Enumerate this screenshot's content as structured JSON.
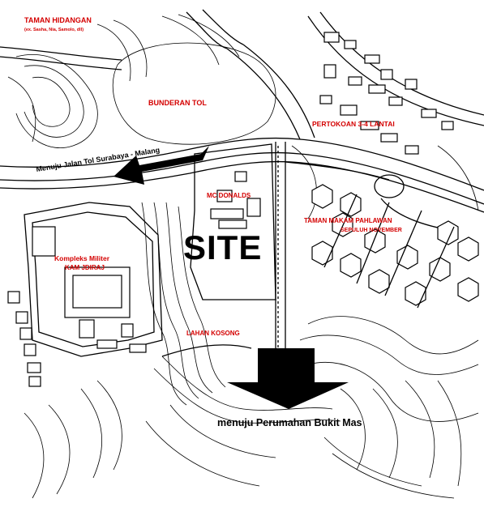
{
  "labels": {
    "taman_hidangan": "TAMAN HIDANGAN",
    "taman_hidangan_sub": "(ex. Sasha, Nia, Samolo, dll)",
    "bunderan_tol": "BUNDERAN TOL",
    "pertokoan": "PERTOKOAN 3-4 LANTAI",
    "menuju_tol": "Menuju Jalan Tol Surabaya - Malang",
    "mc_donalds": "MC DONALDS",
    "site": "SITE",
    "taman_makam": "TAMAN MAKAM PAHLAWAN",
    "taman_makam_sub": "SEPULUH NOVEMBER",
    "kompleks_militer": "Kompleks Militer",
    "kompleks_militer_sub": "KAM JDIRAJ",
    "lahan_kosong": "LAHAN KOSONG",
    "menuju_perumahan": "menuju Perumahan Bukit Mas"
  },
  "colors": {
    "label_red": "#d40000",
    "ink": "#000000",
    "paper": "#ffffff"
  },
  "icons": {
    "arrow_to_toll": "arrow-left-icon",
    "arrow_to_housing": "arrow-down-icon"
  }
}
